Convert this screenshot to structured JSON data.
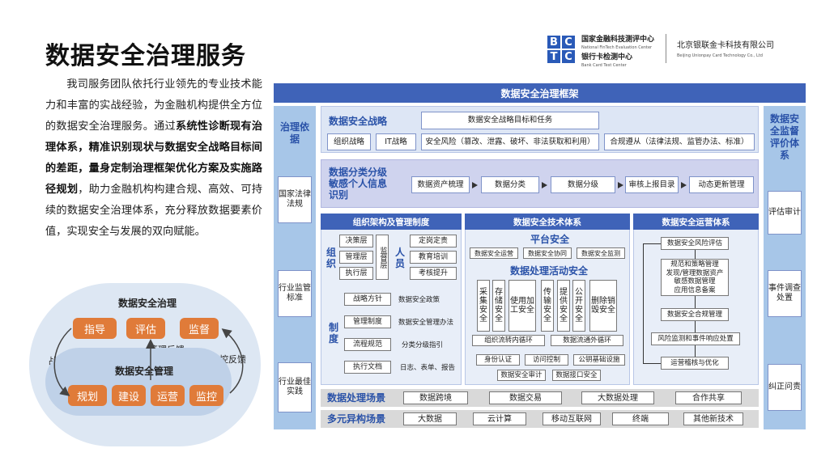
{
  "page": {
    "title": "数据安全治理服务",
    "intro_parts": [
      {
        "t": "我司服务团队依托行业领先的专业技术能力和丰富的实战经验，为金融机构提供全方位的数据安全治理服务。通过",
        "b": false
      },
      {
        "t": "系统性诊断现有治理体系，精准识别现状与数据安全战略目标间的差距，量身定制治理框架优化方案及实施路径规划",
        "b": true
      },
      {
        "t": "，助力金融机构构建合规、高效、可持续的数据安全治理体系，充分释放数据要素价值，实现安全与发展的双向赋能。",
        "b": false
      }
    ]
  },
  "logo": {
    "letters": [
      "B",
      "C",
      "T",
      "C"
    ],
    "org1_cn": "国家金融科技测评中心",
    "org1_en": "National FinTech Evaluation Center",
    "org2_cn": "银行卡检测中心",
    "org2_en": "Bank Card Test Center",
    "company_cn": "北京银联金卡科技有限公司",
    "company_en": "Beijing Unionpay Card Technology Co., Ltd"
  },
  "cycle": {
    "top_title": "数据安全治理",
    "top_boxes": [
      "指导",
      "评估",
      "监督"
    ],
    "bottom_title": "数据安全管理",
    "bottom_boxes": [
      "规划",
      "建设",
      "运营",
      "监控"
    ],
    "label_left": "战略方针",
    "label_mid": "管理反馈",
    "label_right": "监控反馈",
    "color_box": "#e07b39"
  },
  "framework": {
    "title": "数据安全治理框架",
    "left_col": {
      "head": "治理依据",
      "items": [
        "国家法律法规",
        "行业监管标准",
        "行业最佳实践"
      ]
    },
    "right_col": {
      "head": "数据安全监督评价体系",
      "items": [
        "评估审计",
        "事件调查处置",
        "纠正问责"
      ]
    },
    "strategy": {
      "head": "数据安全战略",
      "goal": "数据安全战略目标和任务",
      "items": [
        "组织战略",
        "IT战略",
        "安全风险（篡改、泄露、破坏、非法获取和利用）",
        "合规遵从（法律法规、监管办法、标准）"
      ]
    },
    "classify": {
      "head": "数据分类分级敏感个人信息识别",
      "steps": [
        "数据资产梳理",
        "数据分类",
        "数据分级",
        "审核上报目录",
        "动态更新管理"
      ]
    },
    "org": {
      "head": "组织架构及管理制度",
      "org_label": "组织",
      "layers": [
        "决策层",
        "管理层",
        "执行层"
      ],
      "supervise": "监督层",
      "staff_label": "人员",
      "staff_items": [
        "定岗定责",
        "教育培训",
        "考核提升"
      ],
      "rule_label": "制度",
      "rules": [
        "战略方针",
        "管理制度",
        "流程规范",
        "执行文档"
      ],
      "rule_desc": [
        "数据安全政策",
        "数据安全管理办法",
        "分类分级指引",
        "日志、表单、报告"
      ]
    },
    "tech": {
      "head": "数据安全技术体系",
      "platform": "平台安全",
      "platform_items": [
        "数据安全运营",
        "数据安全协同",
        "数据安全监测"
      ],
      "process": "数据处理活动安全",
      "activities": [
        "采集安全",
        "存储安全",
        "使用加工安全",
        "传输安全",
        "提供安全",
        "公开安全",
        "删除销毁安全"
      ],
      "loops": [
        "组织流转内循环",
        "数据流通外循环"
      ],
      "base": [
        "身份认证",
        "访问控制",
        "公钥基础设施"
      ],
      "base2": [
        "数据安全审计",
        "数据接口安全"
      ]
    },
    "ops": {
      "head": "数据安全运营体系",
      "items": [
        "数据安全风险评估",
        "规范和策略管理\n发现/管理数据资产\n敏感数据管理\n应用信息备案",
        "数据安全合规管理",
        "风险监测和事件响应处置",
        "运营稽核与优化"
      ]
    },
    "scene1": {
      "head": "数据处理场景",
      "items": [
        "数据跨境",
        "数据交易",
        "大数据处理",
        "合作共享"
      ]
    },
    "scene2": {
      "head": "多元异构场景",
      "items": [
        "大数据",
        "云计算",
        "移动互联网",
        "终端",
        "其他新技术"
      ]
    },
    "colors": {
      "primary": "#3f63b8",
      "side": "#a7c6e8",
      "text_blue": "#2a52a8"
    }
  }
}
